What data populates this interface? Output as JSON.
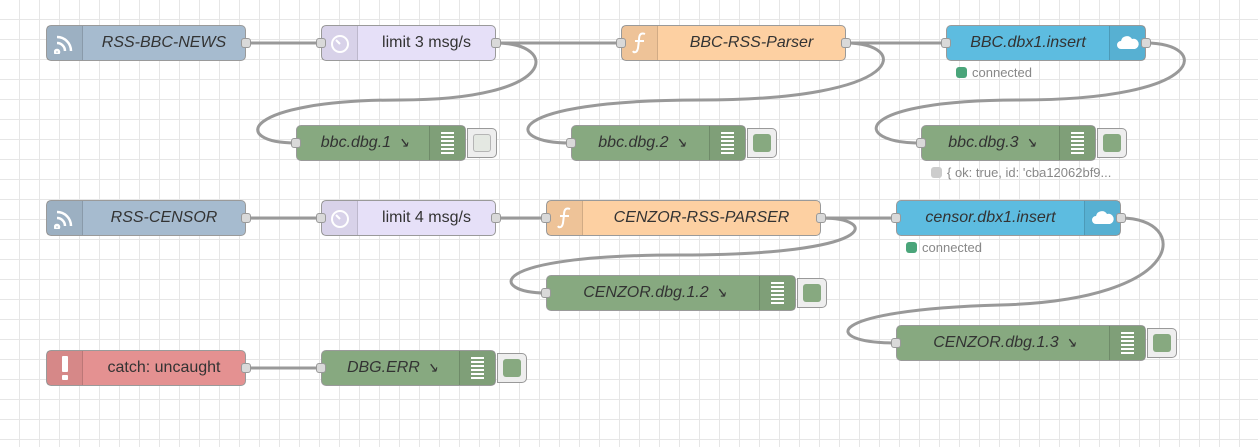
{
  "colors": {
    "inject": "#a6bbcf",
    "delay": "#e6e0f8",
    "function": "#fdd0a2",
    "database": "#5dbce0",
    "debug": "#87a980",
    "catch": "#e49191",
    "status_connected": "#4aa57a",
    "status_idle": "#cccccc",
    "wire": "#999999"
  },
  "nodes": {
    "rss_bbc": {
      "label": "RSS-BBC-NEWS",
      "icon": "feed-icon"
    },
    "limit3": {
      "label": "limit 3 msg/s",
      "icon": "timer-icon"
    },
    "bbc_parser": {
      "label": "BBC-RSS-Parser",
      "icon": "function-icon"
    },
    "bbc_insert": {
      "label": "BBC.dbx1.insert",
      "icon": "cloud-icon"
    },
    "bbc_dbg1": {
      "label": "bbc.dbg.1",
      "icon": "debug-list-icon"
    },
    "bbc_dbg2": {
      "label": "bbc.dbg.2",
      "icon": "debug-list-icon"
    },
    "bbc_dbg3": {
      "label": "bbc.dbg.3",
      "icon": "debug-list-icon"
    },
    "rss_censor": {
      "label": "RSS-CENSOR",
      "icon": "feed-icon"
    },
    "limit4": {
      "label": "limit 4 msg/s",
      "icon": "timer-icon"
    },
    "cenzor_parser": {
      "label": "CENZOR-RSS-PARSER",
      "icon": "function-icon"
    },
    "censor_insert": {
      "label": "censor.dbx1.insert",
      "icon": "cloud-icon"
    },
    "cenzor_dbg12": {
      "label": "CENZOR.dbg.1.2",
      "icon": "debug-list-icon"
    },
    "cenzor_dbg13": {
      "label": "CENZOR.dbg.1.3",
      "icon": "debug-list-icon"
    },
    "catch": {
      "label": "catch: uncaught",
      "icon": "exclamation-icon"
    },
    "dbg_err": {
      "label": "DBG.ERR",
      "icon": "debug-list-icon"
    }
  },
  "statuses": {
    "bbc_insert": "connected",
    "bbc_dbg3": "{ ok: true, id: 'cba12062bf9...",
    "censor_insert": "connected"
  },
  "debug_arrow": "↘"
}
